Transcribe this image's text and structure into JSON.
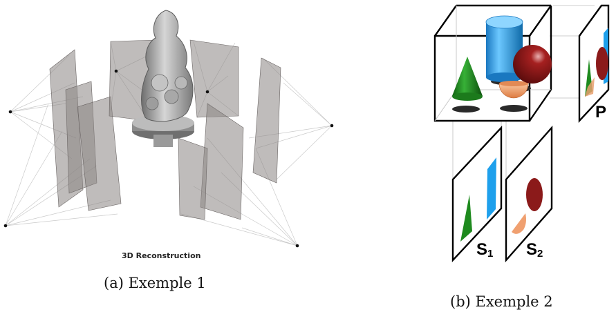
{
  "figure_a": {
    "caption": "(a) Exemple 1",
    "inner_label": "3D Reconstruction"
  },
  "figure_b": {
    "caption": "(b) Exemple 2",
    "plane_p_label": "P",
    "plane_s1_label": "S",
    "plane_s1_sub": "1",
    "plane_s2_label": "S",
    "plane_s2_sub": "2",
    "colors": {
      "cylinder": "#1ea0ec",
      "sphere": "#8b1a1a",
      "cone": "#1e8a1e",
      "bowl": "#f0a070"
    }
  }
}
